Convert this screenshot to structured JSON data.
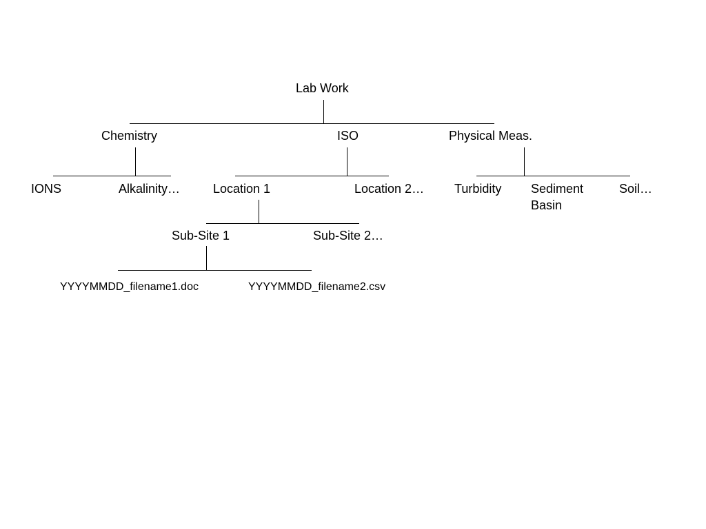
{
  "tree": {
    "root": "Lab Work",
    "level1": {
      "chemistry": "Chemistry",
      "iso": "ISO",
      "physical": "Physical Meas."
    },
    "chemistry_children": {
      "ions": "IONS",
      "alkalinity": "Alkalinity…"
    },
    "iso_children": {
      "location1": "Location 1",
      "location2": "Location 2…"
    },
    "physical_children": {
      "turbidity": "Turbidity",
      "sediment_basin": "Sediment Basin",
      "soil": "Soil…"
    },
    "location1_children": {
      "subsite1": "Sub-Site 1",
      "subsite2": "Sub-Site 2…"
    },
    "subsite1_children": {
      "file1": "YYYYMMDD_filename1.doc",
      "file2": "YYYYMMDD_filename2.csv"
    }
  }
}
